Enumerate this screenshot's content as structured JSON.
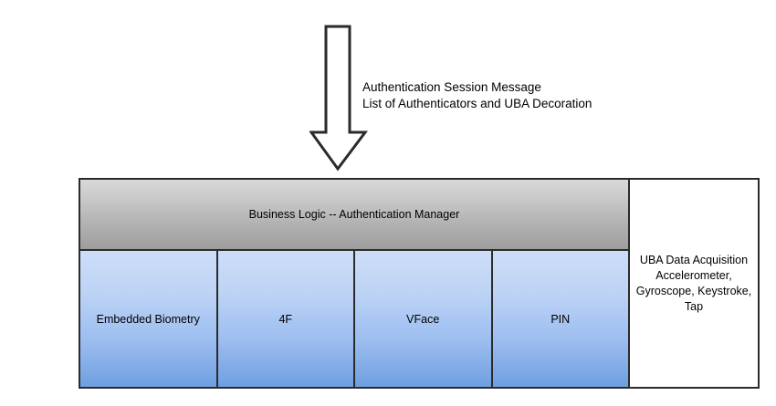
{
  "diagram": {
    "flow": {
      "arrow_name": "down-arrow-icon",
      "annotation_line_1": "Authentication Session Message",
      "annotation_line_2": "List of Authenticators and UBA Decoration"
    },
    "architecture": {
      "business_logic_bar": {
        "label": "Business Logic -- Authentication Manager",
        "gradient_top_color": "#d9d9d9",
        "gradient_bottom_color": "#9d9d9d"
      },
      "authenticators": [
        {
          "label": "Embedded Biometry"
        },
        {
          "label": "4F"
        },
        {
          "label": "VFace"
        },
        {
          "label": "PIN"
        }
      ],
      "authenticator_gradient_top_color": "#ccddf8",
      "authenticator_gradient_bottom_color": "#6f9fe0",
      "uba_panel": {
        "line_1": "UBA Data Acquisition",
        "line_2": "Accelerometer,",
        "line_3": "Gyroscope, Keystroke,",
        "line_4": "Tap",
        "background_color": "#ffffff"
      },
      "border_color": "#2b2b2b"
    }
  }
}
